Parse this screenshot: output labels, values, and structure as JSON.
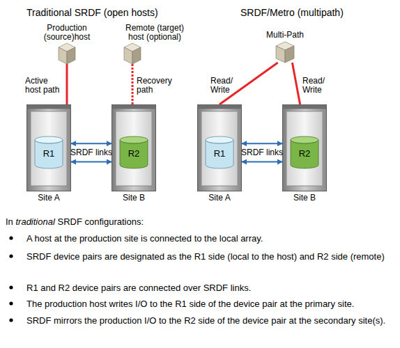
{
  "diagram": {
    "nodes": [
      {
        "text": [
          "Production (source)host"
        ]
      },
      {
        "text": [
          "Remote (target) host (optional)"
        ]
      },
      {
        "text": [
          "Site A"
        ]
      },
      {
        "text": [
          "R1"
        ],
        "in": 2
      },
      {
        "text": [
          "Site B"
        ]
      },
      {
        "text": [
          "R2"
        ],
        "in": 4
      },
      {
        "text": [
          "Multi-Path"
        ]
      },
      {
        "text": [
          "Site A"
        ]
      },
      {
        "text": [
          "R1"
        ],
        "in": 7
      },
      {
        "text": [
          "Site B"
        ]
      },
      {
        "text": [
          "R2"
        ],
        "in": 9
      }
    ],
    "edges": [
      {
        "from": 0,
        "to": 2,
        "label": "Active host path",
        "arrow": "none"
      },
      {
        "from": 1,
        "to": 4,
        "label": "Recovery path",
        "arrow": "none"
      },
      {
        "from": 2,
        "to": 4,
        "label": "SRDF links",
        "arrow": "both"
      },
      {
        "from": 2,
        "to": 4,
        "arrow": "both"
      },
      {
        "from": 6,
        "to": 7,
        "label": "Read/ Write",
        "arrow": "none"
      },
      {
        "from": 6,
        "to": 9,
        "label": "Read/ Write",
        "arrow": "none"
      },
      {
        "from": 7,
        "to": 9,
        "label": "SRDF links",
        "arrow": "both"
      },
      {
        "from": 7,
        "to": 9,
        "arrow": "both"
      }
    ],
    "labels": [
      "Traditional SRDF (open hosts)",
      "SRDF/Metro (multipath)",
      "In traditional SRDF configurations:",
      "A host at the production site is connected to the local array.",
      "SRDF device pairs are designated as the R1 side (local to the host) and R2 side (remote)",
      "R1 and R2 device pairs are connected over SRDF links.",
      "The production host writes I/O to the R1 side of the device pair at the primary site.",
      "SRDF mirrors the production I/O to the R2 side of the device pair at the secondary site(s)."
    ]
  }
}
